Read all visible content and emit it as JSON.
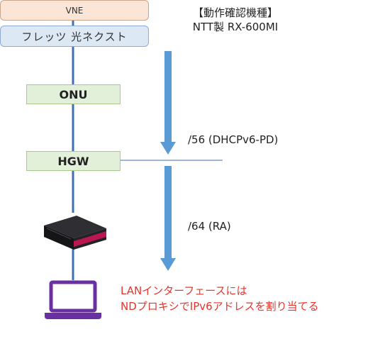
{
  "nodes": {
    "vne": "VNE",
    "flets": "フレッツ 光ネクスト",
    "onu": "ONU",
    "hgw": "HGW"
  },
  "heading": {
    "line1": "【動作確認機種】",
    "line2": "NTT製 RX-600MI"
  },
  "labels": {
    "prefix56": "/56 (DHCPv6-PD)",
    "prefix64": "/64 (RA)"
  },
  "note": {
    "line1": "LANインターフェースには",
    "line2": "NDプロキシでIPv6アドレスを割り当てる"
  },
  "colors": {
    "line": "#3f6fb5",
    "arrow": "#5b9bd5",
    "router_accent": "#c0185a",
    "laptop": "#6a2fa0",
    "note_text": "#e8352e"
  },
  "icons": [
    "router-device-icon",
    "laptop-icon",
    "down-arrow-icon"
  ]
}
